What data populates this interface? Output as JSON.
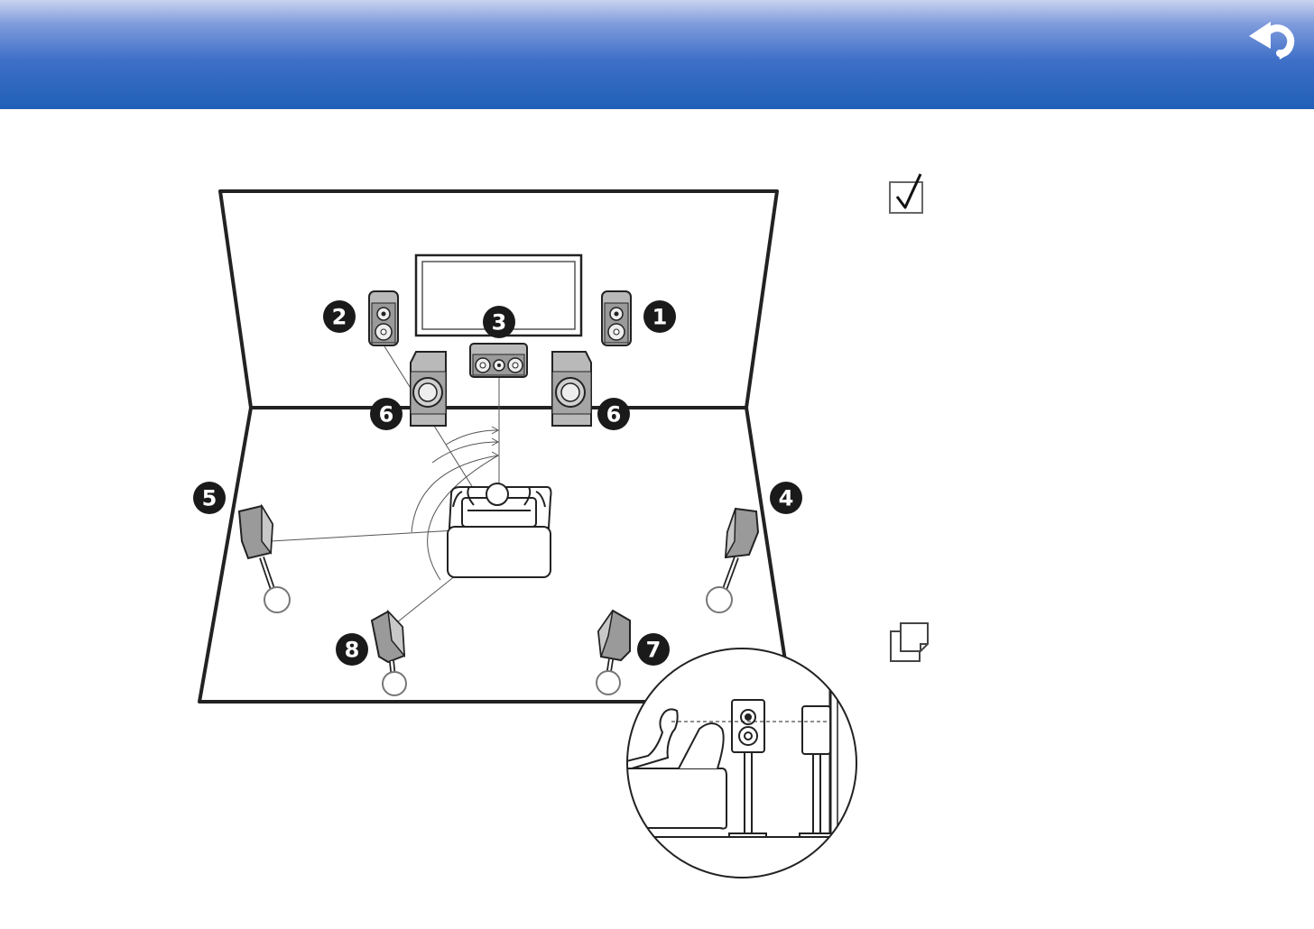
{
  "header": {
    "back_icon": "return-arrow-icon",
    "gradient_top": "#c9d3ef",
    "gradient_bottom": "#205fb6"
  },
  "diagram": {
    "speaker_markers": [
      {
        "number": "1",
        "speaker": "front-right"
      },
      {
        "number": "2",
        "speaker": "front-left"
      },
      {
        "number": "3",
        "speaker": "center"
      },
      {
        "number": "4",
        "speaker": "surround-right"
      },
      {
        "number": "5",
        "speaker": "surround-left"
      },
      {
        "number": "6",
        "speaker": "subwoofer"
      },
      {
        "number": "6",
        "speaker": "subwoofer"
      },
      {
        "number": "7",
        "speaker": "surround-back-right"
      },
      {
        "number": "8",
        "speaker": "surround-back-left"
      }
    ],
    "marker_color": "#1a1a1a"
  },
  "side_icons": {
    "tip_icon": "checkbox-check-icon",
    "note_icon": "note-pages-icon"
  }
}
